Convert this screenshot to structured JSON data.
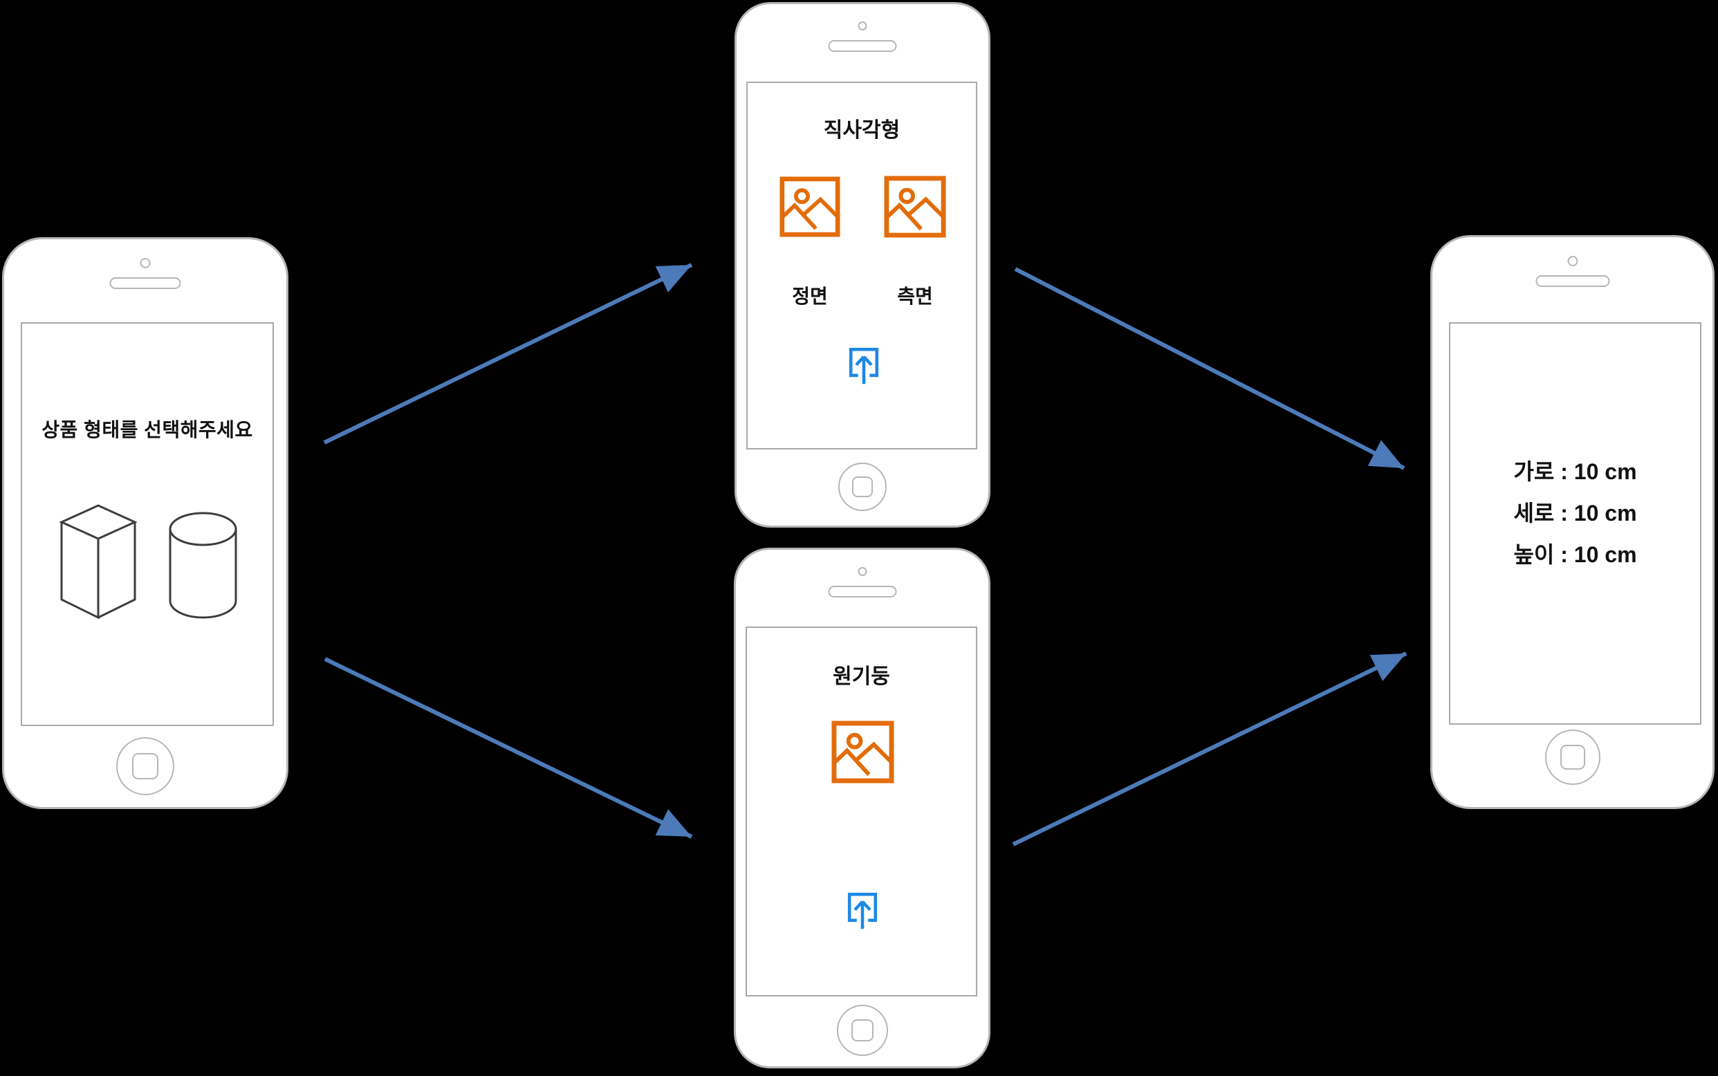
{
  "diagram": {
    "colors": {
      "background": "#000000",
      "arrow": "#4d7ab8",
      "icon_orange": "#e36c0a",
      "icon_blue": "#1e88e5",
      "phone_border": "#b6b6b6",
      "screen_border": "#a9a9a9",
      "shape_outline": "#3d3d3d",
      "text": "#111111"
    },
    "screens": {
      "shape_select": {
        "prompt": "상품 형태를 선택해주세요",
        "options": [
          {
            "icon": "cuboid-icon"
          },
          {
            "icon": "cylinder-icon"
          }
        ]
      },
      "rectangular": {
        "title": "직사각형",
        "photos": [
          {
            "icon": "image-icon",
            "label": "정면"
          },
          {
            "icon": "image-icon",
            "label": "측면"
          }
        ],
        "upload_icon": "upload-icon"
      },
      "cylinder": {
        "title": "원기둥",
        "photos": [
          {
            "icon": "image-icon"
          }
        ],
        "upload_icon": "upload-icon"
      },
      "dimensions": {
        "lines": [
          "가로 : 10 cm",
          "세로 : 10 cm",
          "높이 : 10 cm"
        ]
      }
    },
    "connections": [
      {
        "from": "shape_select",
        "to": "rectangular"
      },
      {
        "from": "shape_select",
        "to": "cylinder"
      },
      {
        "from": "rectangular",
        "to": "dimensions"
      },
      {
        "from": "cylinder",
        "to": "dimensions"
      }
    ]
  }
}
